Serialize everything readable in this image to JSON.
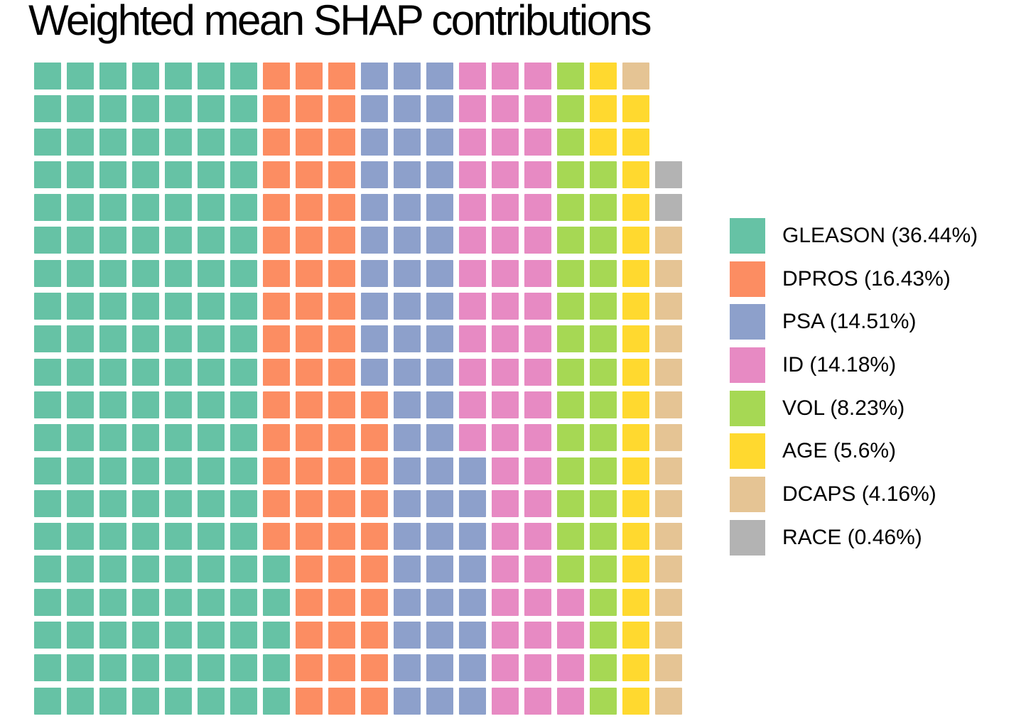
{
  "title": "Weighted mean SHAP contributions",
  "chart_data": {
    "type": "waffle",
    "title": "Weighted mean SHAP contributions",
    "grid": {
      "rows": 20,
      "cols": 20,
      "total_cells": 400,
      "filled_cells": 397,
      "empty_cells": 3,
      "fill_order": "column-major, bottom-to-top within each column, columns left-to-right, empty cells at top of last column"
    },
    "legend_position": "right",
    "gap_color": "#ffffff",
    "categories": [
      {
        "name": "GLEASON",
        "percent": 36.44,
        "label": "GLEASON (36.44%)",
        "cells": 145,
        "color": "#66C2A5"
      },
      {
        "name": "DPROS",
        "percent": 16.43,
        "label": "DPROS (16.43%)",
        "cells": 65,
        "color": "#FC8D62"
      },
      {
        "name": "PSA",
        "percent": 14.51,
        "label": "PSA (14.51%)",
        "cells": 58,
        "color": "#8DA0CB"
      },
      {
        "name": "ID",
        "percent": 14.18,
        "label": "ID (14.18%)",
        "cells": 56,
        "color": "#E78AC3"
      },
      {
        "name": "VOL",
        "percent": 8.23,
        "label": "VOL (8.23%)",
        "cells": 33,
        "color": "#A6D854"
      },
      {
        "name": "AGE",
        "percent": 5.6,
        "label": "AGE (5.6%)",
        "cells": 22,
        "color": "#FFD92F"
      },
      {
        "name": "DCAPS",
        "percent": 4.16,
        "label": "DCAPS (4.16%)",
        "cells": 16,
        "color": "#E5C494"
      },
      {
        "name": "RACE",
        "percent": 0.46,
        "label": "RACE (0.46%)",
        "cells": 2,
        "color": "#B3B3B3"
      }
    ]
  }
}
